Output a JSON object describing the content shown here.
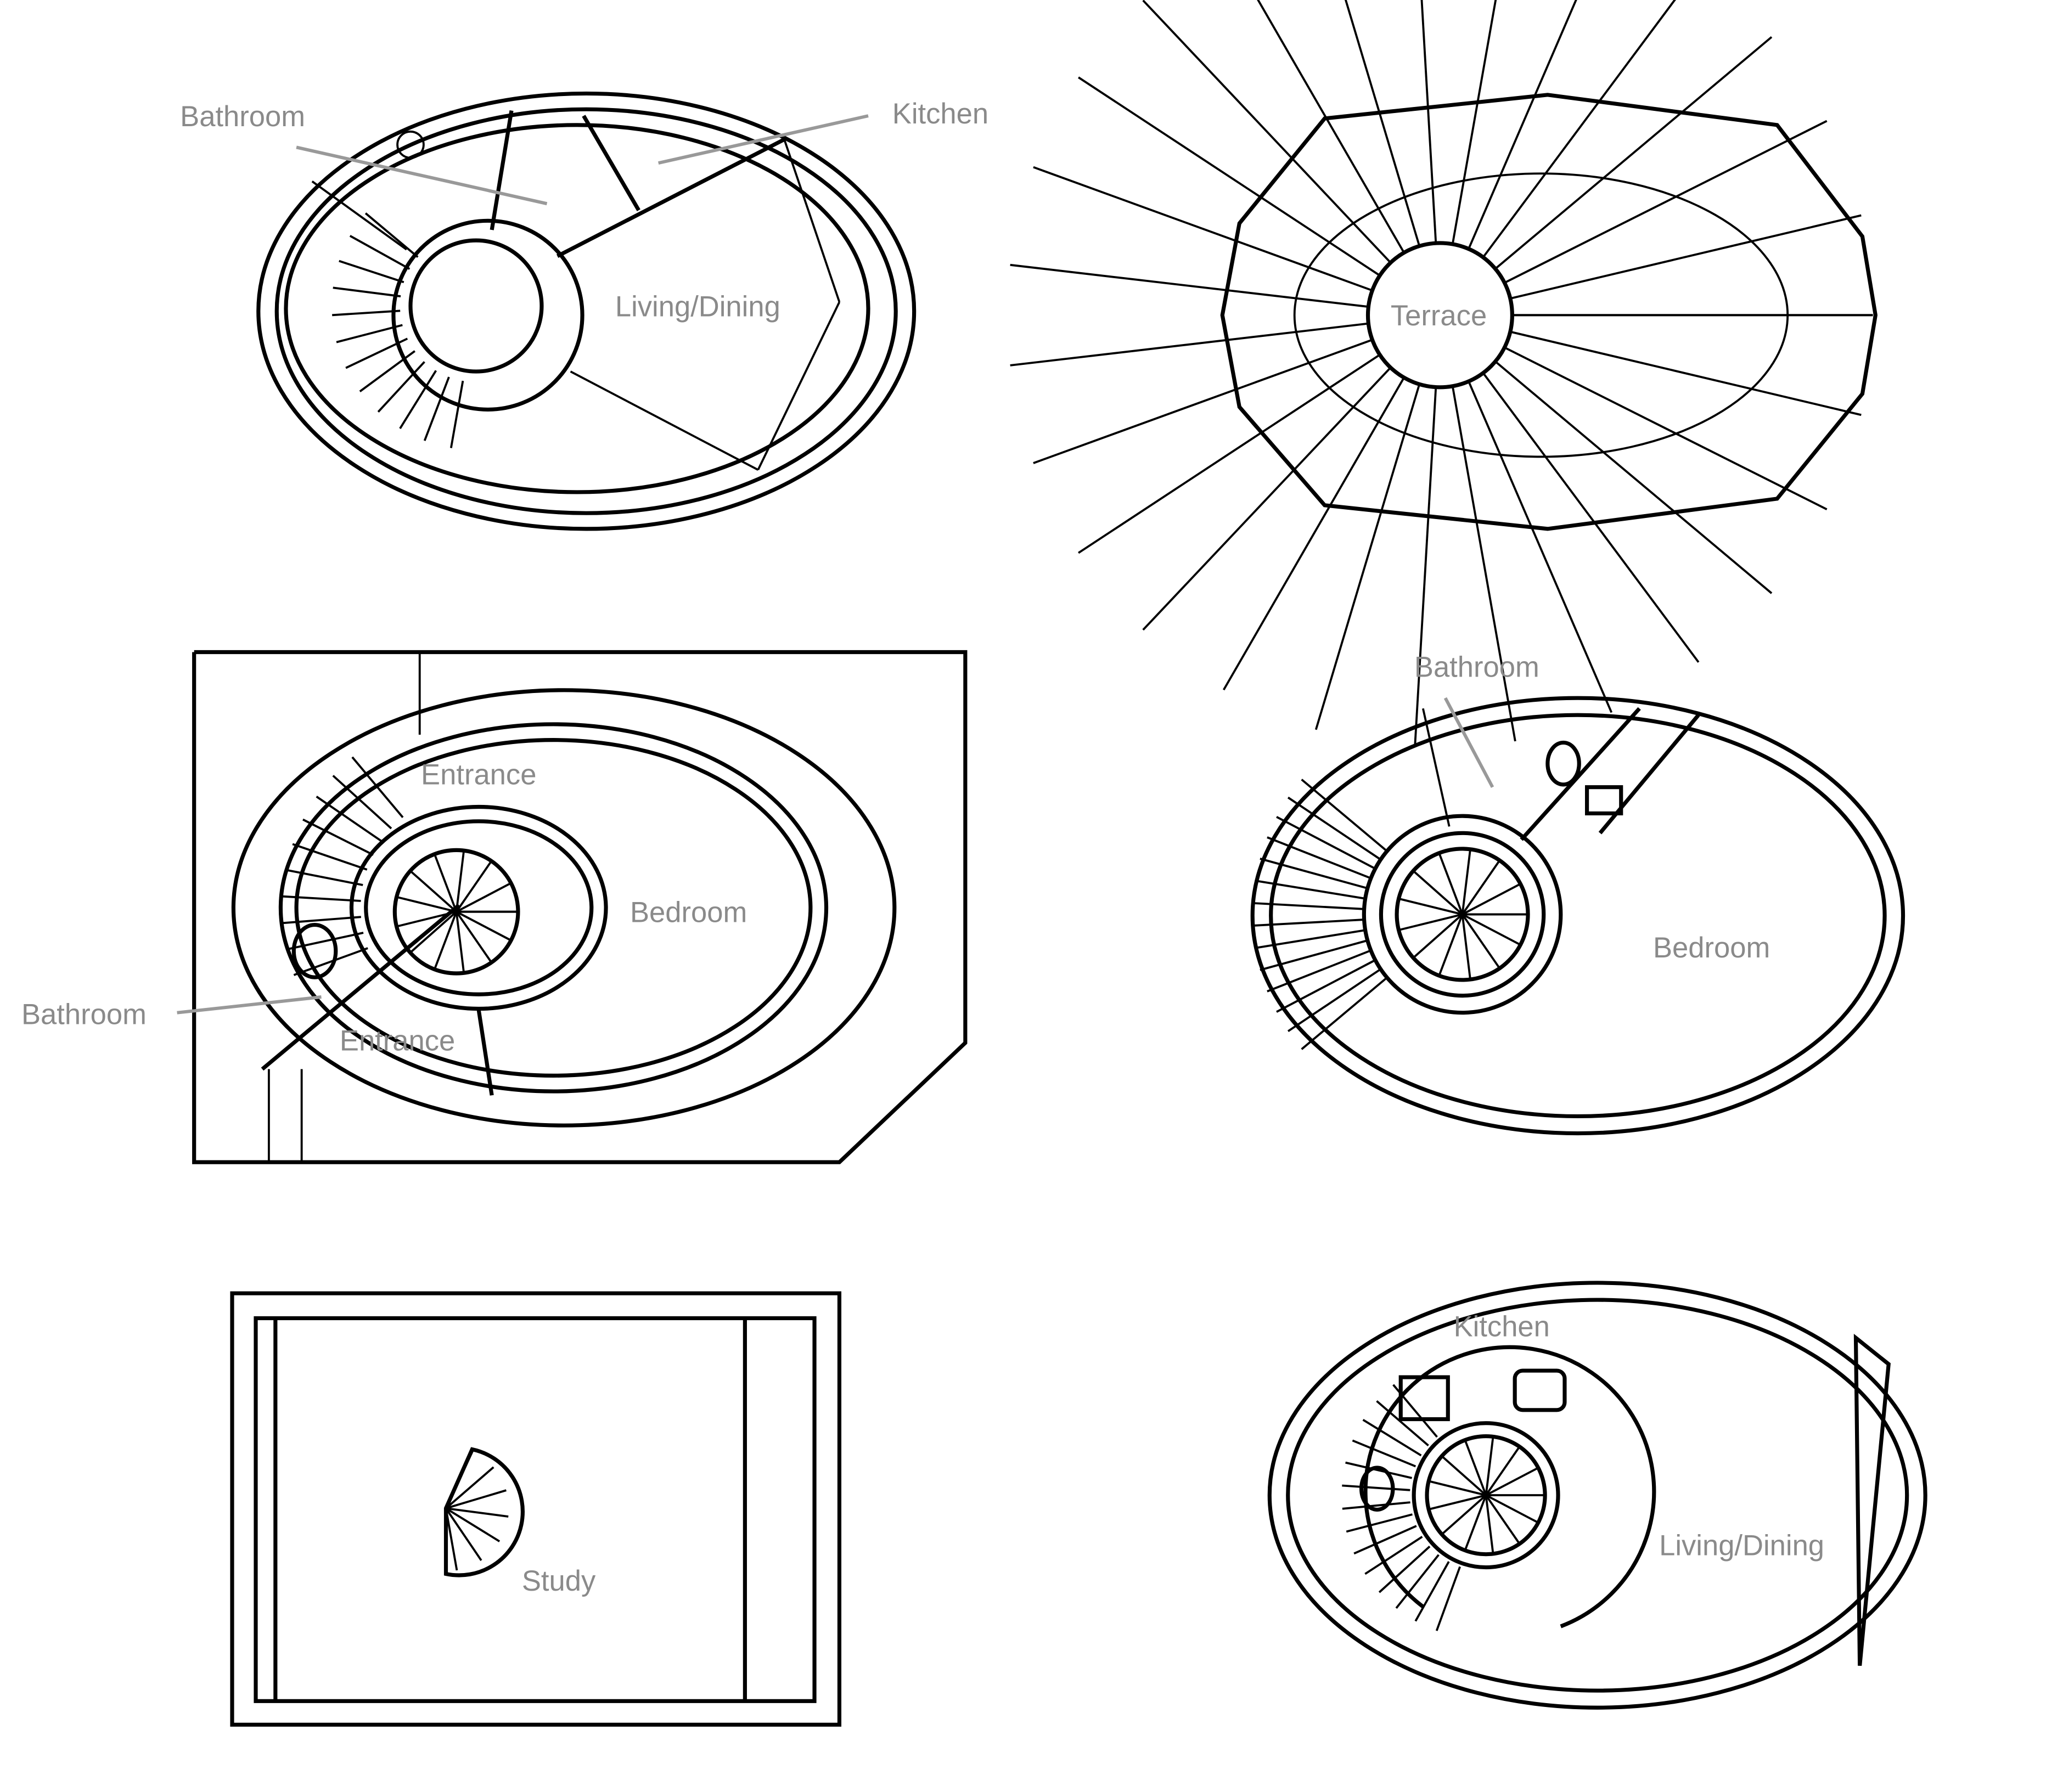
{
  "plans": [
    {
      "id": "plan-top-left",
      "labels": [
        "Bathroom",
        "Kitchen",
        "Living/Dining"
      ]
    },
    {
      "id": "plan-top-right",
      "labels": [
        "Terrace"
      ]
    },
    {
      "id": "plan-middle-left",
      "labels": [
        "Entrance",
        "Bedroom",
        "Bathroom",
        "Entrance"
      ]
    },
    {
      "id": "plan-middle-right",
      "labels": [
        "Bathroom",
        "Bedroom"
      ]
    },
    {
      "id": "plan-bottom-left",
      "labels": [
        "Study"
      ]
    },
    {
      "id": "plan-bottom-right",
      "labels": [
        "Kitchen",
        "Living/Dining"
      ]
    }
  ]
}
